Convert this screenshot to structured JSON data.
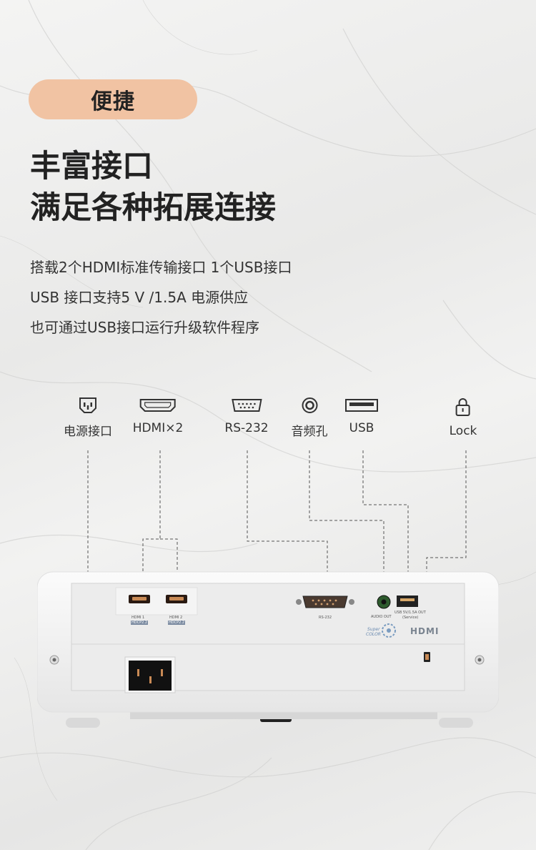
{
  "badge": "便捷",
  "headline": [
    "丰富接口",
    "满足各种拓展连接"
  ],
  "description": [
    "搭载2个HDMI标准传输接口 1个USB接口",
    "USB 接口支持5 V /1.5A 电源供应",
    "也可通过USB接口运行升级软件程序"
  ],
  "ports": [
    {
      "label": "电源接口",
      "icon": "power-socket-icon"
    },
    {
      "label": "HDMI×2",
      "icon": "hdmi-port-icon"
    },
    {
      "label": "RS-232",
      "icon": "serial-port-icon"
    },
    {
      "label": "音频孔",
      "icon": "audio-jack-icon"
    },
    {
      "label": "USB",
      "icon": "usb-port-icon"
    },
    {
      "label": "Lock",
      "icon": "lock-icon"
    }
  ],
  "panel_labels": {
    "hdmi1": "HDMI 1",
    "hdmi1_hdcp": "HDCP2.2",
    "hdmi2": "HDMI 2",
    "hdmi2_hdcp": "HDCP2.2",
    "rs232": "RS-232",
    "audio": "AUDIO OUT",
    "usb": "USB 5V/1.5A OUT",
    "usb_service": "(Service)",
    "supercolor_1": "Super",
    "supercolor_2": "COLOR",
    "hdmi_logo": "HDMI"
  },
  "colors": {
    "badge_bg": "#f1c3a3",
    "text": "#222222",
    "projector_body": "#f4f4f4"
  }
}
